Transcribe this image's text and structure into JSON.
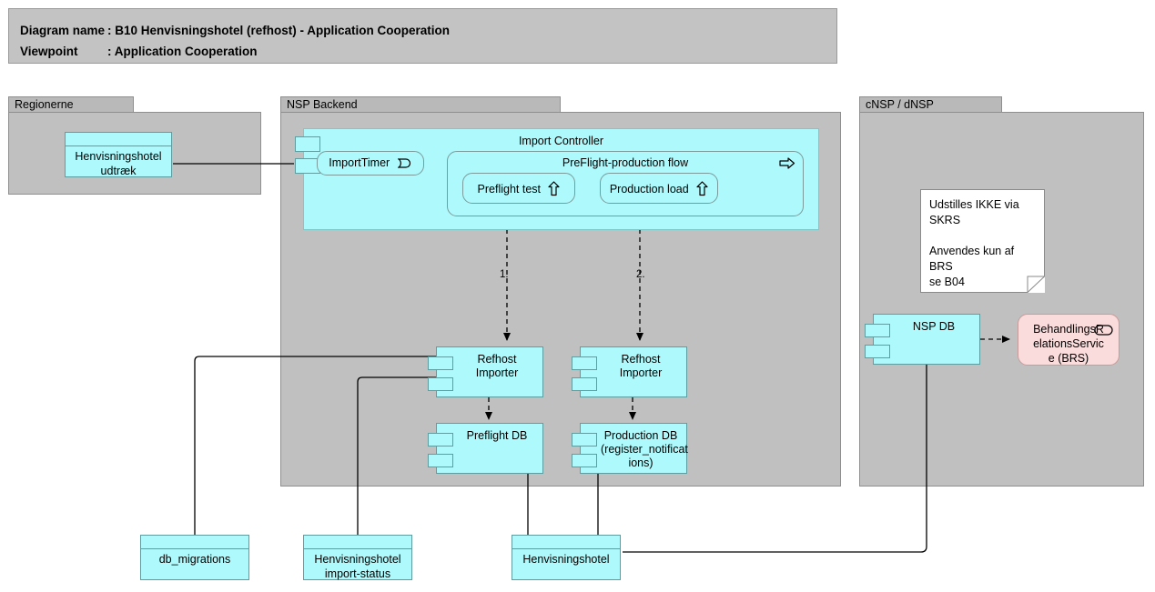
{
  "header": {
    "name_key": "Diagram name",
    "name_sep": ": B10 Henvisningshotel (refhost) - Application Cooperation",
    "viewpoint_key": "Viewpoint",
    "viewpoint_sep": ": Application Cooperation"
  },
  "groups": {
    "regionerne": {
      "label": "Regionerne"
    },
    "nsp_backend": {
      "label": "NSP Backend"
    },
    "cnsp_dnsp": {
      "label": "cNSP / dNSP"
    }
  },
  "nodes": {
    "henvisningshotel_udtraek": {
      "label": "Henvisningshotel\nudtræk"
    },
    "import_controller": {
      "label": "Import Controller"
    },
    "import_timer": {
      "label": "ImportTimer",
      "icon": "application-event-icon"
    },
    "preflight_flow": {
      "label": "PreFlight-production flow",
      "icon": "application-process-icon"
    },
    "preflight_test": {
      "label": "Preflight test",
      "icon": "application-process-up-icon"
    },
    "production_load": {
      "label": "Production load",
      "icon": "application-process-up-icon"
    },
    "refhost_importer_1": {
      "label": "Refhost Importer"
    },
    "refhost_importer_2": {
      "label": "Refhost Importer"
    },
    "preflight_db": {
      "label": "Preflight DB"
    },
    "production_db": {
      "label": "Production DB\n(register_notificat\nions)"
    },
    "db_migrations": {
      "label": "db_migrations"
    },
    "henvisningshotel_import_status": {
      "label": "Henvisningshotel\nimport-status"
    },
    "henvisningshotel": {
      "label": "Henvisningshotel"
    },
    "nsp_db": {
      "label": "NSP DB"
    },
    "brs": {
      "label": "BehandlingsR\nelationsServic\ne (BRS)",
      "icon": "application-service-icon"
    },
    "note": {
      "text": "Udstilles IKKE via SKRS\n\nAnvendes kun af BRS\nse B04"
    }
  },
  "edge_labels": {
    "one": "1.",
    "two": "2."
  },
  "colors": {
    "canvas": "#ffffff",
    "group_body": "#c0c0c0",
    "group_tab": "#b9b9b9",
    "title_bar": "#c3c3c3",
    "component_fill": "#aef9fb",
    "component_stroke": "#5f9ea0",
    "service_fill": "#fadcdc",
    "service_stroke": "#c99a9a",
    "note_fill": "#ffffff",
    "line": "#000000"
  }
}
